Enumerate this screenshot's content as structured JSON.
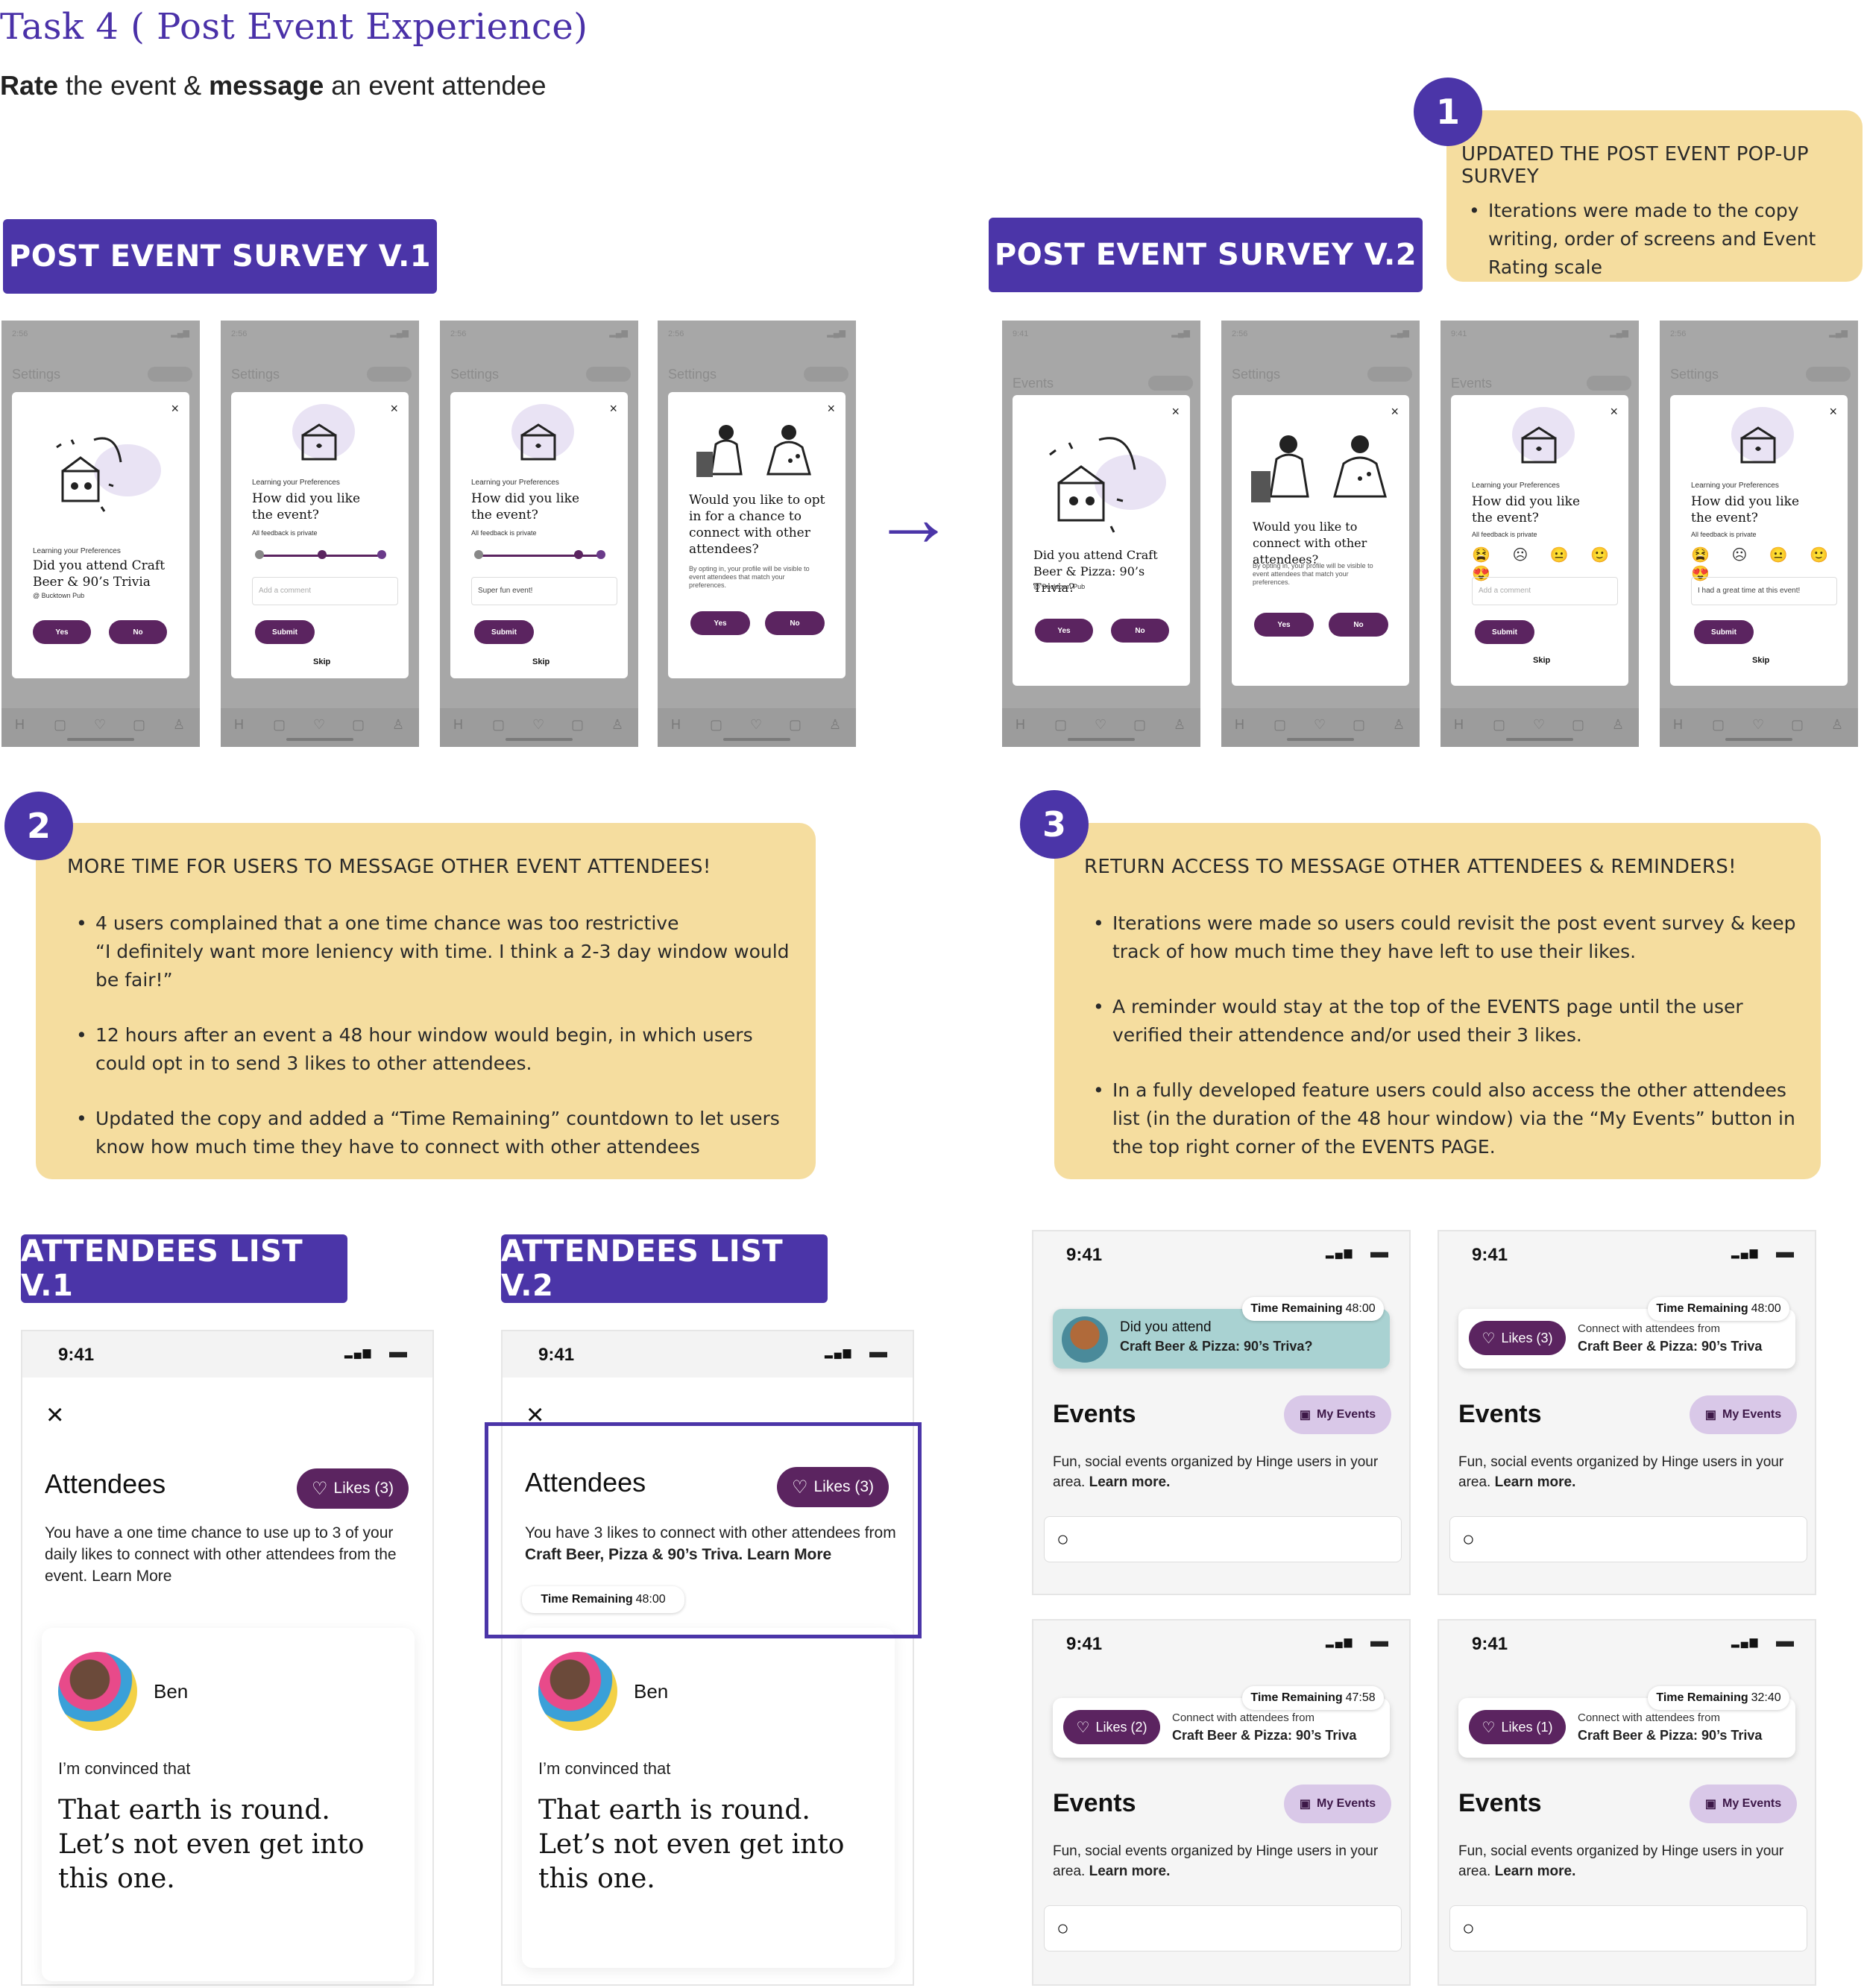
{
  "heading": {
    "title": "Task 4 ( Post Event Experience)",
    "subtitle_rate": "Rate",
    "subtitle_mid": " the event & ",
    "subtitle_message": "message",
    "subtitle_end": " an event attendee"
  },
  "banners": {
    "survey_v1": "POST EVENT SURVEY V.1",
    "survey_v2": "POST EVENT SURVEY V.2",
    "attendees_v1": "ATTENDEES LIST V.1",
    "attendees_v2": "ATTENDEES LIST V.2"
  },
  "notes": {
    "n1": {
      "number": "1",
      "title": "UPDATED THE POST EVENT POP-UP SURVEY",
      "bullets": [
        "Iterations were made to the copy writing, order of screens and Event Rating scale"
      ]
    },
    "n2": {
      "number": "2",
      "title": "MORE TIME FOR USERS TO MESSAGE OTHER EVENT ATTENDEES!",
      "bullets": [
        "4 users complained that a one time chance was too restrictive",
        "“I definitely want more leniency with time. I think a 2-3  day window would be fair!”",
        "12 hours after an event a 48 hour window would begin, in which users could opt in to send 3 likes to other attendees.",
        "Updated the copy and added a “Time Remaining” countdown to let users know how much time they have to connect with other attendees"
      ]
    },
    "n3": {
      "number": "3",
      "title": "RETURN ACCESS TO MESSAGE OTHER ATTENDEES & REMINDERS!",
      "bullets": [
        "Iterations were made so users could revisit the post event survey  & keep track of how much time they have left to use their likes.",
        "A reminder would stay at the top of the EVENTS page until the user verified their attendence and/or used their 3 likes.",
        "In a fully developed feature users could also access the other attendees list (in the duration of the 48 hour window) via the “My Events” button in the top right corner of the EVENTS PAGE."
      ]
    }
  },
  "survey": {
    "status_time": "2:56",
    "status_time_alt": "9:41",
    "settings": "Settings",
    "events": "Events",
    "pref_label": "Learning your Preferences",
    "q_attend_v1": "Did you attend Craft Beer & 90’s Trivia",
    "q_attend_v2": "Did you attend Craft Beer & Pizza: 90’s Trivia?",
    "venue": "@ Bucktown Pub",
    "q_like": "How did you like the event?",
    "feedback_private": "All feedback is private",
    "add_comment": "Add a comment",
    "comment_v1": "Super fun event!",
    "comment_v2": "I had a great time at this event!",
    "submit": "Submit",
    "skip": "Skip",
    "yes": "Yes",
    "no": "No",
    "q_connect_v1": "Would you like to opt in for a chance to connect with other attendees?",
    "q_connect_v2": "Would you like to connect with other attendees?",
    "opt_in_fine": "By opting in, your profile will be visible to event attendees that match your preferences.",
    "close": "×",
    "emojis": "😫 ☹ 😐 🙂 😍"
  },
  "arrow": "→",
  "attendees": {
    "time": "9:41",
    "close": "×",
    "title": "Attendees",
    "likes": "Likes (3)",
    "v1_desc": "You have a one time chance to use up to 3 of your daily likes to connect with other attendees from the event.",
    "v1_learn": "Learn More",
    "v2_desc": "You have 3 likes to connect with other attendees from",
    "v2_event": "Craft Beer, Pizza & 90’s Triva.",
    "v2_learn": "Learn More",
    "time_label": "Time Remaining",
    "time_value": "48:00",
    "name": "Ben",
    "prompt": "I’m convinced that",
    "answer": "That earth is round. Let’s not even get into this one."
  },
  "events": {
    "time": "9:41",
    "title": "Events",
    "my_events": "My Events",
    "desc": "Fun, social events organized by Hinge users in your area.",
    "learn": "Learn more.",
    "time_label": "Time Remaining",
    "did_attend": "Did you attend",
    "event_name_q": "Craft Beer & Pizza: 90’s Triva?",
    "connect_from": "Connect with attendees from",
    "event_name": "Craft Beer & Pizza: 90’s Triva",
    "phones": [
      {
        "time_value": "48:00",
        "likes": ""
      },
      {
        "time_value": "48:00",
        "likes": "Likes (3)"
      },
      {
        "time_value": "47:58",
        "likes": "Likes (2)"
      },
      {
        "time_value": "32:40",
        "likes": "Likes (1)"
      }
    ]
  },
  "icons": {
    "heart": "♡",
    "calendar": "▣",
    "search": "○",
    "signal": "▂▄▆",
    "battery": "▬"
  },
  "colors": {
    "accent": "#4b35a8",
    "plum": "#5b2460",
    "note": "#f5dd9f"
  }
}
